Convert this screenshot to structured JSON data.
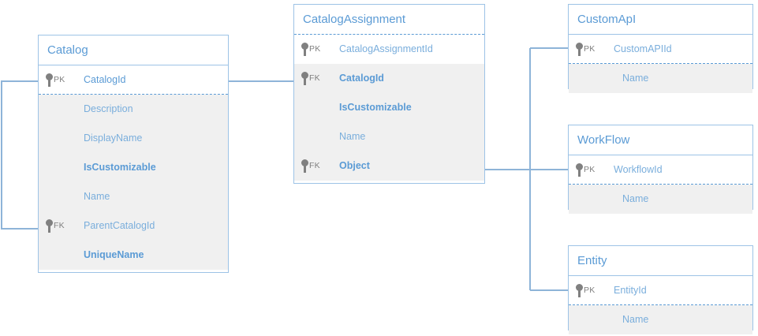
{
  "diagram": {
    "type": "entity-relationship-diagram",
    "colors": {
      "entity_border": "#9dc3e6",
      "entity_title_text": "#5b9bd5",
      "attribute_text": "#5b9bd5",
      "attribute_row_shaded": "#f0f0f0",
      "attribute_row_plain": "#ffffff",
      "key_icon": "#808080",
      "key_label_text": "#7f7f7f",
      "connector_line": "#8eb4d8"
    },
    "entities": [
      {
        "id": "catalog",
        "title": "Catalog",
        "header_separator": "solid",
        "attributes": [
          {
            "key": "PK",
            "name": "CatalogId",
            "bold": false,
            "shaded": false,
            "dash_below": true
          },
          {
            "key": "",
            "name": "Description",
            "bold": false,
            "shaded": true,
            "dash_below": false
          },
          {
            "key": "",
            "name": "DisplayName",
            "bold": false,
            "shaded": true,
            "dash_below": false
          },
          {
            "key": "",
            "name": "IsCustomizable",
            "bold": true,
            "shaded": true,
            "dash_below": false
          },
          {
            "key": "",
            "name": "Name",
            "bold": false,
            "shaded": true,
            "dash_below": false
          },
          {
            "key": "FK",
            "name": "ParentCatalogId",
            "bold": false,
            "shaded": true,
            "dash_below": false
          },
          {
            "key": "",
            "name": "UniqueName",
            "bold": true,
            "shaded": true,
            "dash_below": false
          }
        ]
      },
      {
        "id": "catalog-assignment",
        "title": "CatalogAssignment",
        "header_separator": "dashed",
        "attributes": [
          {
            "key": "PK",
            "name": "CatalogAssignmentId",
            "bold": false,
            "shaded": false,
            "dash_below": false
          },
          {
            "key": "FK",
            "name": "CatalogId",
            "bold": true,
            "shaded": true,
            "dash_below": false
          },
          {
            "key": "",
            "name": "IsCustomizable",
            "bold": true,
            "shaded": true,
            "dash_below": false
          },
          {
            "key": "",
            "name": "Name",
            "bold": false,
            "shaded": true,
            "dash_below": false
          },
          {
            "key": "FK",
            "name": "Object",
            "bold": true,
            "shaded": true,
            "dash_below": false
          }
        ]
      },
      {
        "id": "custom-api",
        "title": "CustomApI",
        "header_separator": "solid",
        "attributes": [
          {
            "key": "PK",
            "name": "CustomAPIId",
            "bold": false,
            "shaded": false,
            "dash_below": true
          },
          {
            "key": "",
            "name": "Name",
            "bold": false,
            "shaded": true,
            "dash_below": false
          }
        ]
      },
      {
        "id": "workflow",
        "title": "WorkFlow",
        "header_separator": "solid",
        "attributes": [
          {
            "key": "PK",
            "name": "WorkflowId",
            "bold": false,
            "shaded": false,
            "dash_below": true
          },
          {
            "key": "",
            "name": "Name",
            "bold": false,
            "shaded": true,
            "dash_below": false
          }
        ]
      },
      {
        "id": "entity",
        "title": "Entity",
        "header_separator": "solid",
        "attributes": [
          {
            "key": "PK",
            "name": "EntityId",
            "bold": false,
            "shaded": false,
            "dash_below": true
          },
          {
            "key": "",
            "name": "Name",
            "bold": false,
            "shaded": true,
            "dash_below": false
          }
        ]
      }
    ],
    "relationships": [
      {
        "from": "catalog.CatalogId",
        "to": "catalog.ParentCatalogId",
        "style": "self-reference-left-loop"
      },
      {
        "from": "catalog.CatalogId",
        "to": "catalog-assignment.CatalogId",
        "style": "horizontal"
      },
      {
        "from": "catalog-assignment.Object",
        "to": "custom-api.CustomAPIId",
        "style": "orthogonal-branch"
      },
      {
        "from": "catalog-assignment.Object",
        "to": "workflow.WorkflowId",
        "style": "orthogonal-branch"
      },
      {
        "from": "catalog-assignment.Object",
        "to": "entity.EntityId",
        "style": "orthogonal-branch"
      }
    ]
  }
}
